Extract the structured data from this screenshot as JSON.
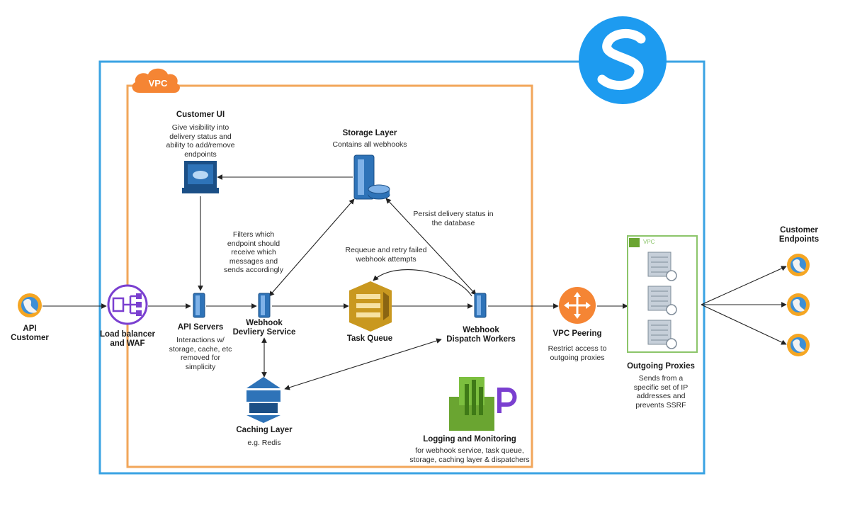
{
  "vpc_label": "VPC",
  "proxy_vpc_label": "VPC",
  "colors": {
    "outer_border": "#3aa3e3",
    "vpc_border": "#f2a65a",
    "brand": "#1d9bf0",
    "aws_purple": "#7a3fd0",
    "aws_orange": "#f58534",
    "aws_gold": "#c9981f",
    "aws_green": "#6aa531",
    "aws_blue": "#2e73b8",
    "proxy_border": "#8cc56a"
  },
  "nodes": {
    "api_customer": {
      "title": "API\nCustomer"
    },
    "load_balancer": {
      "title": "Load balancer\nand WAF"
    },
    "api_servers": {
      "title": "API Servers",
      "desc": "Interactions w/\nstorage, cache, etc\nremoved for\nsimplicity"
    },
    "customer_ui": {
      "title": "Customer UI",
      "desc": "Give visibility into\ndelivery status and\nability to add/remove\nendpoints"
    },
    "storage": {
      "title": "Storage Layer",
      "desc": "Contains all webhooks"
    },
    "delivery": {
      "title": "Webhook\nDevliery Service"
    },
    "task_queue": {
      "title": "Task Queue"
    },
    "dispatch": {
      "title": "Webhook\nDispatch Workers"
    },
    "caching": {
      "title": "Caching Layer",
      "desc": "e.g. Redis"
    },
    "logging": {
      "title": "Logging and Monitoring",
      "desc": "for webhook service, task queue,\nstorage, caching layer & dispatchers"
    },
    "vpc_peering": {
      "title": "VPC Peering",
      "desc": "Restrict access to\noutgoing proxies"
    },
    "proxies": {
      "title": "Outgoing Proxies",
      "desc": "Sends from a\nspecific set of IP\naddresses and\nprevents SSRF"
    },
    "endpoints": {
      "title": "Customer\nEndpoints"
    }
  },
  "edge_labels": {
    "filters": "Filters which\nendpoint should\nreceive which\nmessages and\nsends accordingly",
    "persist": "Persist delivery status in\nthe database",
    "requeue": "Requeue and retry failed\nwebhook attempts"
  }
}
